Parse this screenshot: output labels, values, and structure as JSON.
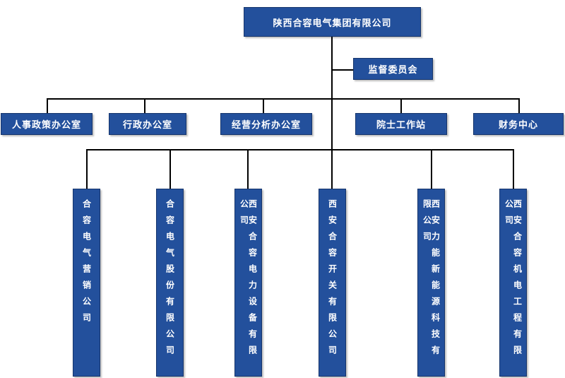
{
  "root": {
    "label": "陕西合容电气集团有限公司"
  },
  "supervisory": {
    "label": "监督委员会"
  },
  "offices": [
    {
      "label": "人事政策办公室"
    },
    {
      "label": "行政办公室"
    },
    {
      "label": "经营分析办公室"
    },
    {
      "label": "院士工作站"
    },
    {
      "label": "财务中心"
    }
  ],
  "subsidiaries": [
    {
      "label": "合容电气营销公司"
    },
    {
      "label": "合容电气股份有限公司"
    },
    {
      "label": "西安合容电力设备有限公司"
    },
    {
      "label": "西安合容开关有限公司"
    },
    {
      "label": "西安力能新能源科技有限公司"
    },
    {
      "label": "西安合容机电工程有限公司"
    }
  ],
  "colors": {
    "box_fill": "#23509c",
    "box_border": "#16356c",
    "text": "#ffffff",
    "line": "#000000"
  }
}
